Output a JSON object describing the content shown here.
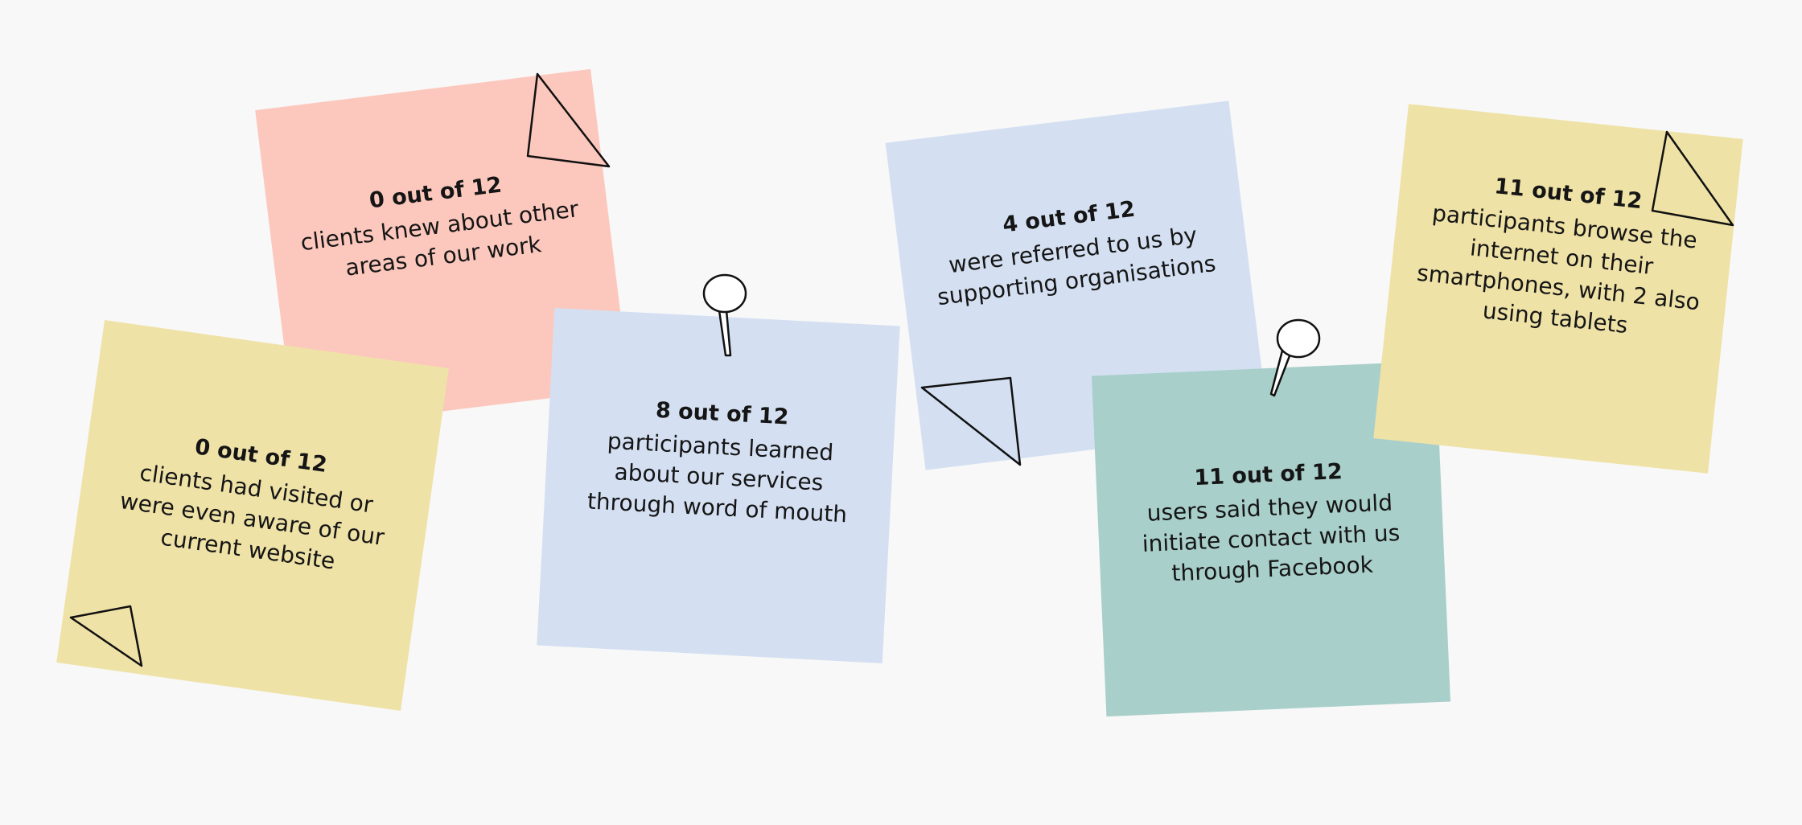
{
  "colors": {
    "background": "#f8f8f8",
    "salmon": "#fcc8bd",
    "yellow": "#efe2a7",
    "blue": "#d4e0f2",
    "teal": "#a9cfca",
    "ink": "#151515"
  },
  "notes": [
    {
      "stat": "0 out of 12",
      "desc": "clients knew about other areas of our work",
      "color": "salmon",
      "decoration": "folded-corner-top-right"
    },
    {
      "stat": "0 out of 12",
      "desc": "clients had visited or were even aware of our current website",
      "color": "yellow",
      "decoration": "folded-corner-bottom-left"
    },
    {
      "stat": "8 out of 12",
      "desc": "participants learned about our services through word of mouth",
      "color": "blue",
      "decoration": "push-pin"
    },
    {
      "stat": "4 out of 12",
      "desc": "were referred to us by supporting organisations",
      "color": "blue",
      "decoration": "folded-corner-bottom-left"
    },
    {
      "stat": "11 out of 12",
      "desc": "users said they would initiate contact with us through Facebook",
      "color": "teal",
      "decoration": "push-pin"
    },
    {
      "stat": "11 out of 12",
      "desc": "participants browse the internet on their smartphones, with 2 also using tablets",
      "color": "yellow",
      "decoration": "folded-corner-top-right"
    }
  ]
}
